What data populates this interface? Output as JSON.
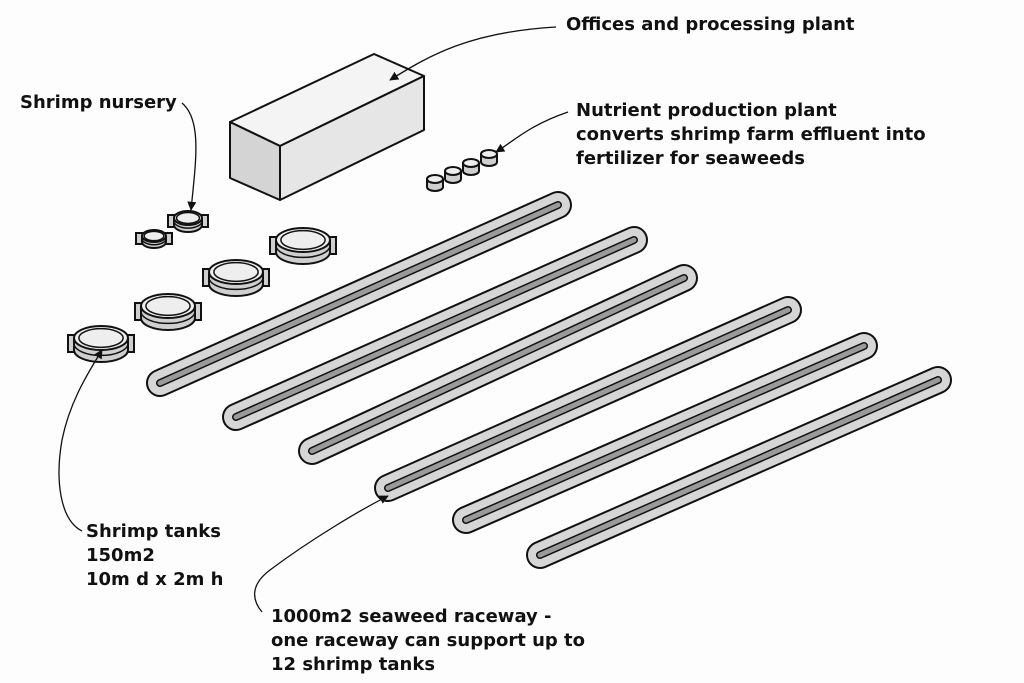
{
  "labels": {
    "offices": {
      "lines": [
        "Offices and processing plant"
      ]
    },
    "nursery": {
      "lines": [
        "Shrimp nursery"
      ]
    },
    "nutrient": {
      "lines": [
        "Nutrient production plant",
        "converts shrimp farm effluent into",
        "fertilizer for seaweeds"
      ]
    },
    "tanks": {
      "lines": [
        "Shrimp tanks",
        "150m2",
        "10m d x 2m h"
      ]
    },
    "raceway": {
      "lines": [
        "1000m2 seaweed raceway -",
        "one raceway can support up to",
        "12 shrimp tanks"
      ]
    }
  },
  "colors": {
    "background": "#fdfdfd",
    "outline": "#111111",
    "building_top": "#f4f4f4",
    "building_front": "#e6e6e6",
    "building_side": "#d4d4d4",
    "raceway_fill": "#d6d6d6",
    "raceway_channel": "#9a9a9a",
    "tank_top": "#eeeeee",
    "tank_side": "#cfcfcf"
  }
}
